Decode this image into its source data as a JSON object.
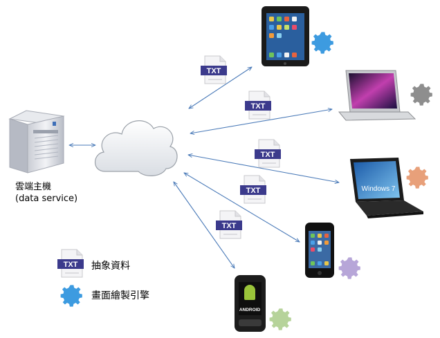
{
  "server": {
    "title": "雲端主機",
    "subtitle": "(data service)"
  },
  "doc_label": "TXT",
  "windows_label": "Windows 7",
  "android_label": "ANDROID",
  "legend": {
    "abstract_data": "抽象資料",
    "render_engine": "畫面繪製引擎"
  },
  "colors": {
    "arrow": "#4a7ab8",
    "doc_badge": "#3b3a8c",
    "gear_blue": "#3d9be0",
    "gear_gray": "#8e8e8e",
    "gear_orange": "#e8a07a",
    "gear_purple": "#b7a6d8",
    "gear_green": "#b6d39a"
  },
  "icons": [
    "server-icon",
    "cloud-icon",
    "tablet-icon",
    "laptop-mac-icon",
    "laptop-windows-icon",
    "iphone-icon",
    "android-phone-icon",
    "gear-icon",
    "document-icon"
  ]
}
